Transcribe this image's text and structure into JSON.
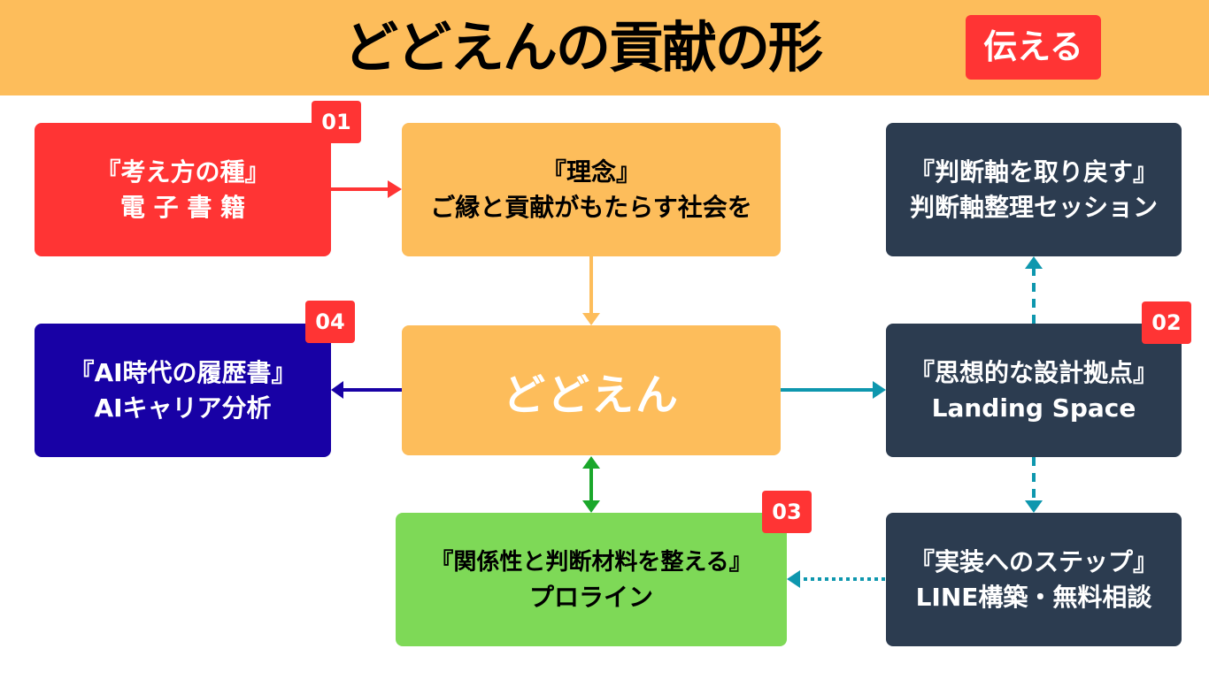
{
  "header": {
    "title": "どどえんの貢献の形",
    "tell_button": "伝える"
  },
  "nodes": {
    "ebook": {
      "badge": "01",
      "line1": "『考え方の種』",
      "line2": "電 子 書 籍"
    },
    "philosophy": {
      "line1": "『理念』",
      "line2": "ご縁と貢献がもたらす社会を"
    },
    "center": {
      "label": "どどえん"
    },
    "ai_resume": {
      "badge": "04",
      "line1": "『AI時代の履歴書』",
      "line2": "AIキャリア分析"
    },
    "reclaim_axis": {
      "line1": "『判断軸を取り戻す』",
      "line2": "判断軸整理セッション"
    },
    "landing_space": {
      "badge": "02",
      "line1": "『思想的な設計拠点』",
      "line2": "Landing  Space"
    },
    "proline": {
      "badge": "03",
      "line1": "『関係性と判断材料を整える』",
      "line2": "プロライン"
    },
    "implementation": {
      "line1": "『実装へのステップ』",
      "line2": "LINE構築・無料相談"
    }
  },
  "colors": {
    "header_bg": "#FDBD5B",
    "accent_red": "#FF3434",
    "orange": "#FDBD5B",
    "navy": "#1801A5",
    "slate": "#2C3C50",
    "green": "#7ED957",
    "teal_arrow": "#0E97AE",
    "green_arrow": "#1AA72A"
  },
  "edges": [
    {
      "from": "ebook",
      "to": "philosophy",
      "style": "solid",
      "color": "red"
    },
    {
      "from": "philosophy",
      "to": "center",
      "style": "solid",
      "color": "orange"
    },
    {
      "from": "center",
      "to": "ai_resume",
      "style": "solid",
      "color": "navy"
    },
    {
      "from": "center",
      "to": "landing_space",
      "style": "solid",
      "color": "teal"
    },
    {
      "from": "center",
      "to": "proline",
      "style": "solid",
      "color": "green",
      "bidirectional": true
    },
    {
      "from": "landing_space",
      "to": "reclaim_axis",
      "style": "dashed",
      "color": "teal"
    },
    {
      "from": "landing_space",
      "to": "implementation",
      "style": "dashed",
      "color": "teal"
    },
    {
      "from": "implementation",
      "to": "proline",
      "style": "dotted",
      "color": "teal"
    }
  ]
}
